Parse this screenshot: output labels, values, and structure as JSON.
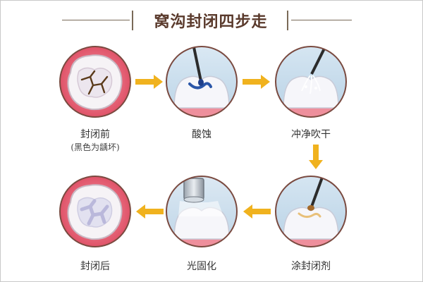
{
  "title": "窝沟封闭四步走",
  "steps": [
    {
      "label": "封闭前",
      "sublabel": "(黑色为龋坏)"
    },
    {
      "label": "酸蚀"
    },
    {
      "label": "冲净吹干"
    },
    {
      "label": "涂封闭剂"
    },
    {
      "label": "光固化"
    },
    {
      "label": "封闭后"
    }
  ],
  "colors": {
    "arrow": "#f0b21e",
    "gum": "#e8546a",
    "tooth": "#f4f2f8",
    "ring": "#7a4a40",
    "title_line": "#7a6a58"
  },
  "icons": {
    "step1": "tooth-top-view-decay-icon",
    "step2": "etching-brush-icon",
    "step3": "air-water-syringe-icon",
    "step4": "sealant-brush-icon",
    "step5": "curing-light-icon",
    "step6": "sealed-tooth-top-view-icon"
  }
}
